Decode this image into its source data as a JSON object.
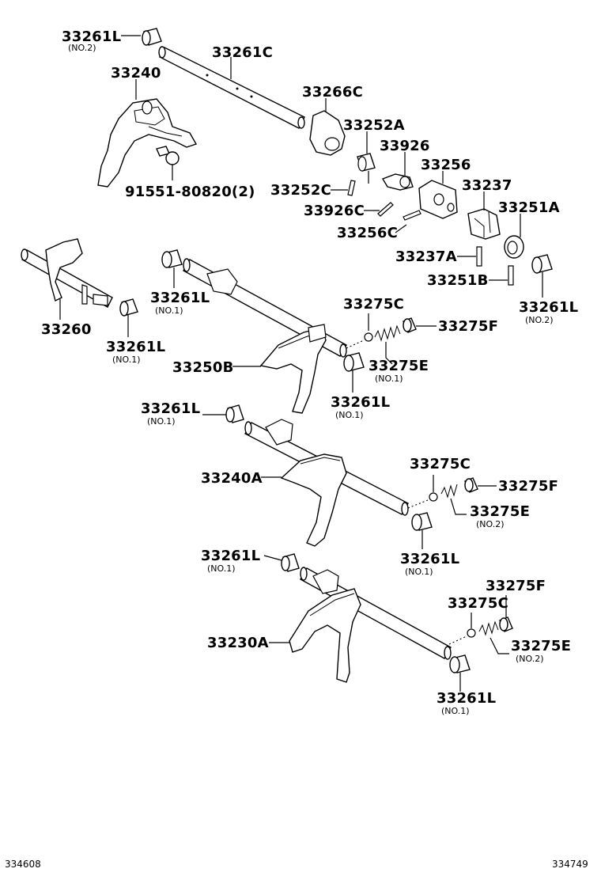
{
  "labels": {
    "l_33261L_top": "33261L",
    "l_no2_top": "(NO.2)",
    "l_33261C": "33261C",
    "l_33240": "33240",
    "l_33266C": "33266C",
    "l_33252A": "33252A",
    "l_33926": "33926",
    "l_33256": "33256",
    "l_33237": "33237",
    "l_33251A": "33251A",
    "l_33252C": "33252C",
    "l_33926C": "33926C",
    "l_33256C": "33256C",
    "l_91551": "91551-80820(2)",
    "l_33237A": "33237A",
    "l_33251B": "33251B",
    "l_33261L_r1": "33261L",
    "l_no2_r1": "(NO.2)",
    "l_33261L_a": "33261L",
    "l_no1_a": "(NO.1)",
    "l_33260": "33260",
    "l_33261L_b": "33261L",
    "l_no1_b": "(NO.1)",
    "l_33275C_1": "33275C",
    "l_33275F_1": "33275F",
    "l_33250B": "33250B",
    "l_33275E_1": "33275E",
    "l_no1_e1": "(NO.1)",
    "l_33261L_c": "33261L",
    "l_no1_c": "(NO.1)",
    "l_33261L_d": "33261L",
    "l_no1_d": "(NO.1)",
    "l_33275C_2": "33275C",
    "l_33240A": "33240A",
    "l_33275F_2": "33275F",
    "l_33275E_2": "33275E",
    "l_no2_e2": "(NO.2)",
    "l_33261L_e": "33261L",
    "l_no1_e": "(NO.1)",
    "l_33261L_f": "33261L",
    "l_no1_f": "(NO.1)",
    "l_33275F_3": "33275F",
    "l_33275C_3": "33275C",
    "l_33230A": "33230A",
    "l_33275E_3": "33275E",
    "l_no2_e3": "(NO.2)",
    "l_33261L_g": "33261L",
    "l_no1_g": "(NO.1)",
    "corner_left": "334608",
    "corner_right": "334749"
  }
}
